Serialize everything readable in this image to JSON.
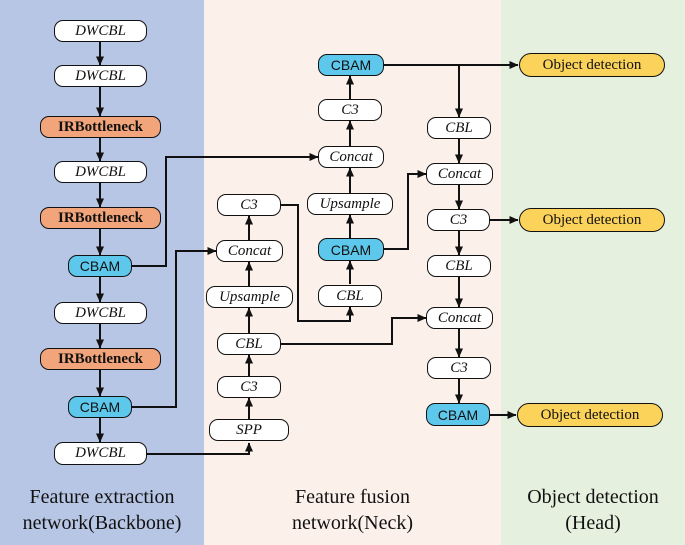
{
  "panels": {
    "backbone": {
      "title_line1": "Feature extraction",
      "title_line2": "network(Backbone)",
      "color": "#b8c6e6"
    },
    "neck": {
      "title_line1": "Feature fusion",
      "title_line2": "network(Neck)",
      "color": "#fcf1ea"
    },
    "head": {
      "title_line1": "Object detection",
      "title_line2": "(Head)",
      "color": "#e6f0de"
    }
  },
  "backbone": {
    "dwcbl_1": "DWCBL",
    "dwcbl_2": "DWCBL",
    "irb_1": "IRBottleneck",
    "dwcbl_3": "DWCBL",
    "irb_2": "IRBottleneck",
    "cbam_1": "CBAM",
    "dwcbl_4": "DWCBL",
    "irb_3": "IRBottleneck",
    "cbam_2": "CBAM",
    "dwcbl_5": "DWCBL"
  },
  "neck": {
    "spp": "SPP",
    "c3_low": "C3",
    "cbl_low": "CBL",
    "upsample_low": "Upsample",
    "concat_low": "Concat",
    "c3_mid": "C3",
    "cbl_mid": "CBL",
    "cbam_mid": "CBAM",
    "upsample_mid": "Upsample",
    "concat_top": "Concat",
    "c3_top": "C3",
    "cbam_top": "CBAM"
  },
  "head_path": {
    "cbl_1": "CBL",
    "concat_1": "Concat",
    "c3_1": "C3",
    "cbl_2": "CBL",
    "concat_2": "Concat",
    "c3_2": "C3",
    "cbam_out": "CBAM"
  },
  "head": {
    "detect_1": "Object detection",
    "detect_2": "Object detection",
    "detect_3": "Object detection"
  },
  "colors": {
    "cbam": "#5ec8ec",
    "irbottleneck": "#f2a57a",
    "detection": "#fbd25a",
    "plain": "#ffffff"
  }
}
